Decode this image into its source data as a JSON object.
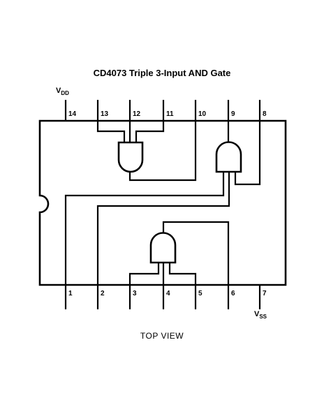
{
  "title": "CD4073 Triple 3-Input AND Gate",
  "caption": "TOP VIEW",
  "supply": {
    "vdd_main": "V",
    "vdd_sub": "DD",
    "vss_main": "V",
    "vss_sub": "SS"
  },
  "pins_top": [
    "14",
    "13",
    "12",
    "11",
    "10",
    "9",
    "8"
  ],
  "pins_bottom": [
    "1",
    "2",
    "3",
    "4",
    "5",
    "6",
    "7"
  ]
}
